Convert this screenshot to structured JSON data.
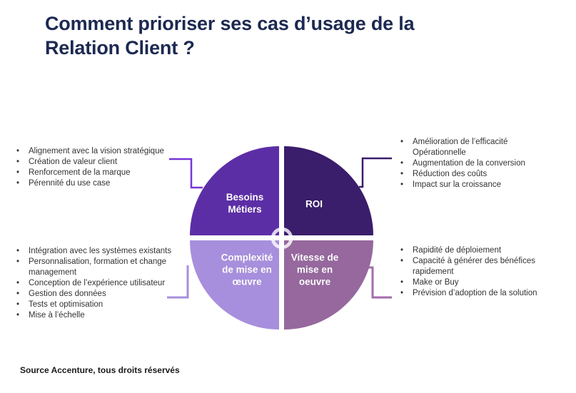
{
  "header": {
    "title": "Comment prioriser ses cas d’usage de la Relation Client ?"
  },
  "footer": {
    "source": "Source Accenture, tous droits réservés"
  },
  "diagram": {
    "center_icon": "cycle-arrows",
    "quadrants": {
      "besoins": {
        "label": "Besoins\nMétiers",
        "color": "#5c2ea6"
      },
      "roi": {
        "label": "ROI",
        "color": "#3a1d6b"
      },
      "complexite": {
        "label": "Complexité\nde mise en\nœuvre",
        "color": "#a78fdd"
      },
      "vitesse": {
        "label": "Vitesse de\nmise en\noeuvre",
        "color": "#96689e"
      }
    }
  },
  "lists": {
    "besoins": {
      "items": [
        "Alignement avec la vision stratégique",
        "Création de valeur client",
        "Renforcement de la marque",
        "Pérennité du use case"
      ]
    },
    "roi": {
      "items": [
        "Amélioration de l’efficacité Opérationnelle",
        "Augmentation de la conversion",
        "Réduction des coûts",
        "Impact sur la croissance"
      ]
    },
    "complexite": {
      "items": [
        "Intégration avec les systèmes existants",
        "Personnalisation, formation et change management",
        "Conception de l’expérience utilisateur",
        "Gestion des données",
        "Tests et optimisation",
        "Mise à l’échelle"
      ]
    },
    "vitesse": {
      "items": [
        "Rapidité de déploiement",
        "Capacité à générer des bénéfices rapidement",
        "Make or Buy",
        "Prévision d’adoption de la solution"
      ]
    }
  },
  "colors": {
    "title_text": "#1c2951",
    "list_text": "#333333",
    "quadrant_label_text": "#ffffff",
    "quadrant_besoins": "#5c2ea6",
    "quadrant_roi": "#3a1d6b",
    "quadrant_complexite": "#a78fdd",
    "quadrant_vitesse": "#96689e",
    "connector_besoins": "#7635d6",
    "connector_roi": "#3a1d6b",
    "connector_complexite": "#a78fdd",
    "connector_vitesse": "#a36dab"
  }
}
